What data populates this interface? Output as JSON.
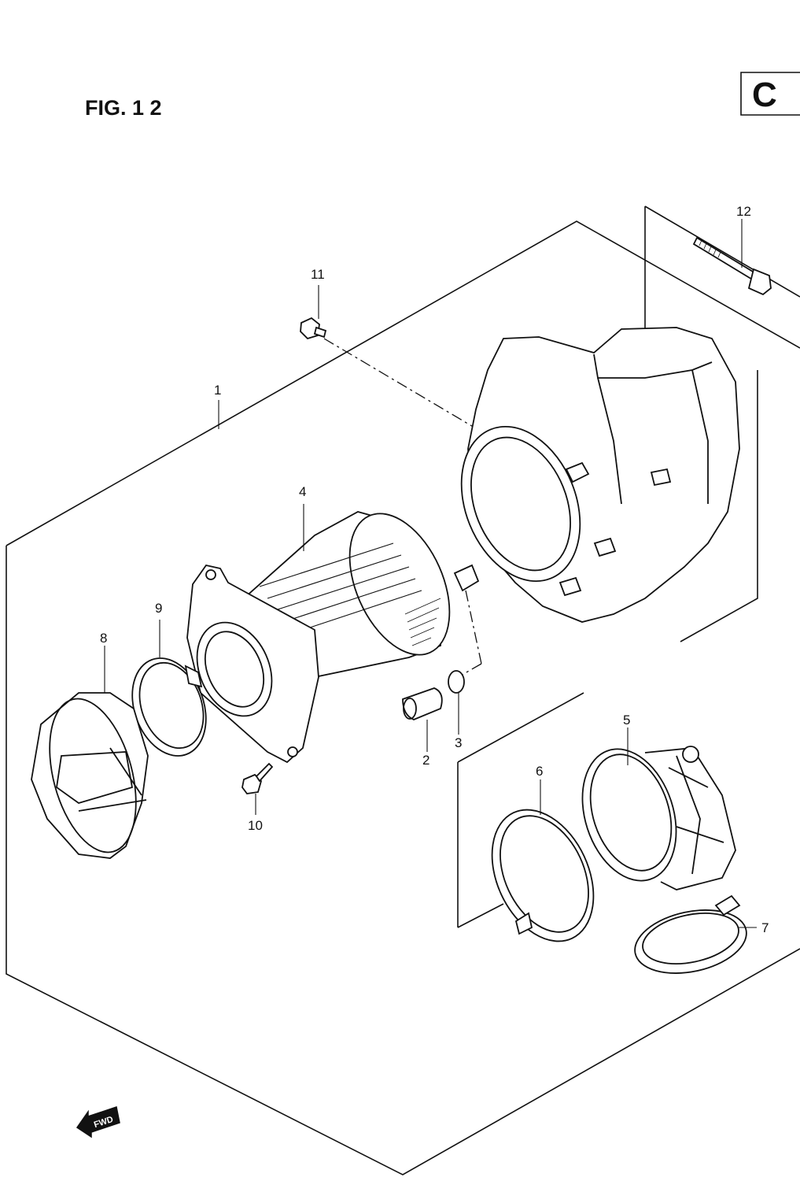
{
  "figure": {
    "title": "FIG. 1 2",
    "section_tag": "C"
  },
  "callouts": [
    {
      "id": "1",
      "label": "1"
    },
    {
      "id": "2",
      "label": "2"
    },
    {
      "id": "3",
      "label": "3"
    },
    {
      "id": "4",
      "label": "4"
    },
    {
      "id": "5",
      "label": "5"
    },
    {
      "id": "6",
      "label": "6"
    },
    {
      "id": "7",
      "label": "7"
    },
    {
      "id": "8",
      "label": "8"
    },
    {
      "id": "9",
      "label": "9"
    },
    {
      "id": "10",
      "label": "10"
    },
    {
      "id": "11",
      "label": "11"
    },
    {
      "id": "12",
      "label": "12"
    }
  ],
  "direction_badge": {
    "text": "FWD",
    "icon": "forward-arrow-icon"
  }
}
